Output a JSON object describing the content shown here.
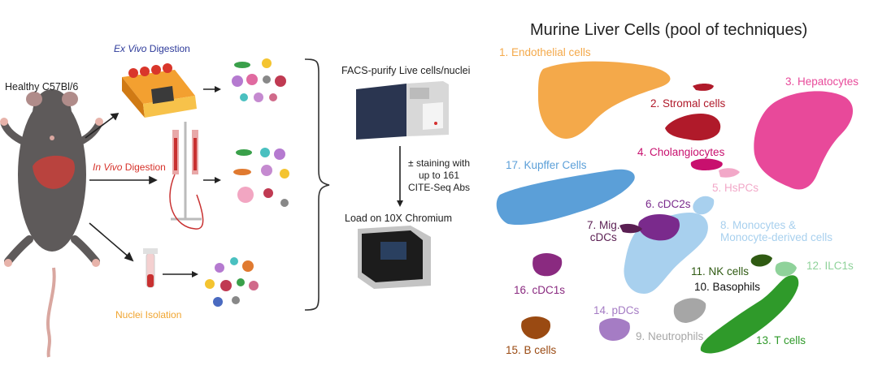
{
  "workflow": {
    "mouse_label": "Healthy C57Bl/6",
    "ex_vivo": {
      "italic": "Ex Vivo",
      "rest": " Digestion"
    },
    "in_vivo": {
      "italic": "In Vivo",
      "rest": " Digestion"
    },
    "nuclei_label": "Nuclei Isolation",
    "facs_label": "FACS-purify Live cells/nuclei",
    "staining_lines": [
      "± staining with",
      "up to 161",
      "CITE-Seq Abs"
    ],
    "load_label": "Load on 10X Chromium"
  },
  "umap": {
    "title": "Murine Liver Cells (pool of techniques)",
    "clusters": [
      {
        "id": "endothelial",
        "label": "1. Endothelial cells",
        "color": "#f4a94a"
      },
      {
        "id": "stromal",
        "label": "2. Stromal cells",
        "color": "#b01a2a"
      },
      {
        "id": "hepatocytes",
        "label": "3. Hepatocytes",
        "color": "#e8499a"
      },
      {
        "id": "cholangiocytes",
        "label": "4. Cholangiocytes",
        "color": "#c8106e"
      },
      {
        "id": "hspcs",
        "label": "5. HsPCs",
        "color": "#f2a8c8"
      },
      {
        "id": "cdc2s",
        "label": "6. cDC2s",
        "color": "#7a2a8c"
      },
      {
        "id": "migcdcs",
        "label": "7. Mig.\ncDCs",
        "color": "#5a1e52"
      },
      {
        "id": "monocytes",
        "label": "8. Monocytes &\nMonocyte-derived cells",
        "color": "#a8d0ee"
      },
      {
        "id": "neutrophils",
        "label": "9. Neutrophils",
        "color": "#a6a6a6"
      },
      {
        "id": "basophils",
        "label": "10. Basophils",
        "color": "#111111"
      },
      {
        "id": "nkcells",
        "label": "11. NK cells",
        "color": "#2f5a12"
      },
      {
        "id": "ilc1s",
        "label": "12. ILC1s",
        "color": "#8fd29a"
      },
      {
        "id": "tcells",
        "label": "13. T cells",
        "color": "#2f9a2a"
      },
      {
        "id": "pdcs",
        "label": "14. pDCs",
        "color": "#a57cc4"
      },
      {
        "id": "bcells",
        "label": "15. B cells",
        "color": "#9a4a12"
      },
      {
        "id": "cdc1s",
        "label": "16. cDC1s",
        "color": "#8a2a80"
      },
      {
        "id": "kupffer",
        "label": "17. Kupffer Cells",
        "color": "#5b9fd8"
      }
    ]
  },
  "colors": {
    "ex_vivo": "#2d3a9a",
    "in_vivo": "#d6322a",
    "nuclei": "#f0a530",
    "mouse": "#5e5a5a",
    "arrow": "#222222"
  }
}
